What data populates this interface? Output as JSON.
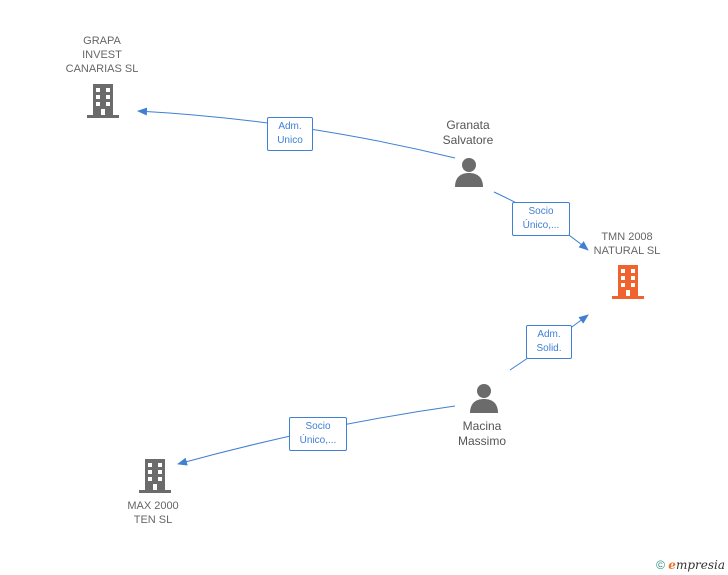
{
  "nodes": {
    "grapa": {
      "lines": [
        "GRAPA",
        "INVEST",
        "CANARIAS SL"
      ],
      "type": "company",
      "color": "#6b6b6b"
    },
    "granata": {
      "lines": [
        "Granata",
        "Salvatore"
      ],
      "type": "person",
      "color": "#6b6b6b"
    },
    "tmn": {
      "lines": [
        "TMN 2008",
        "NATURAL SL"
      ],
      "type": "company",
      "color": "#f0622e"
    },
    "macina": {
      "lines": [
        "Macina",
        "Massimo"
      ],
      "type": "person",
      "color": "#6b6b6b"
    },
    "max2000": {
      "lines": [
        "MAX 2000",
        "TEN SL"
      ],
      "type": "company",
      "color": "#6b6b6b"
    }
  },
  "edges": [
    {
      "from": "granata",
      "to": "grapa",
      "label": [
        "Adm.",
        "Unico"
      ]
    },
    {
      "from": "granata",
      "to": "tmn",
      "label": [
        "Socio",
        "Único,..."
      ]
    },
    {
      "from": "macina",
      "to": "tmn",
      "label": [
        "Adm.",
        "Solid."
      ]
    },
    {
      "from": "macina",
      "to": "max2000",
      "label": [
        "Socio",
        "Único,..."
      ]
    }
  ],
  "edge_color": "#3f7fd4",
  "footer": {
    "copyright": "©",
    "brand_first": "e",
    "brand_rest": "mpresia"
  }
}
